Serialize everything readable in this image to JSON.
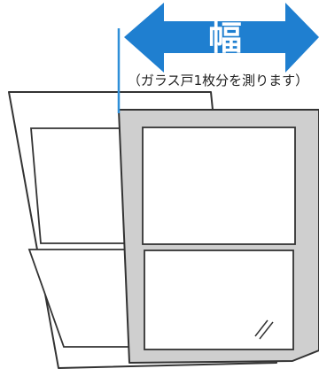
{
  "width_label": "幅",
  "note": "（ガラス戸1枚分を測ります）",
  "colors": {
    "arrow_blue": "#1f7fd0",
    "measure_line": "#2f8fd8",
    "frame_outline": "#333333",
    "front_frame_fill": "#cfcfcf",
    "glass_fill": "#ffffff",
    "label_text": "#ffffff",
    "note_text": "#222222"
  },
  "icons": {
    "arrow": "double-headed-arrow",
    "glass_reflection": "glass-glint-icon"
  }
}
